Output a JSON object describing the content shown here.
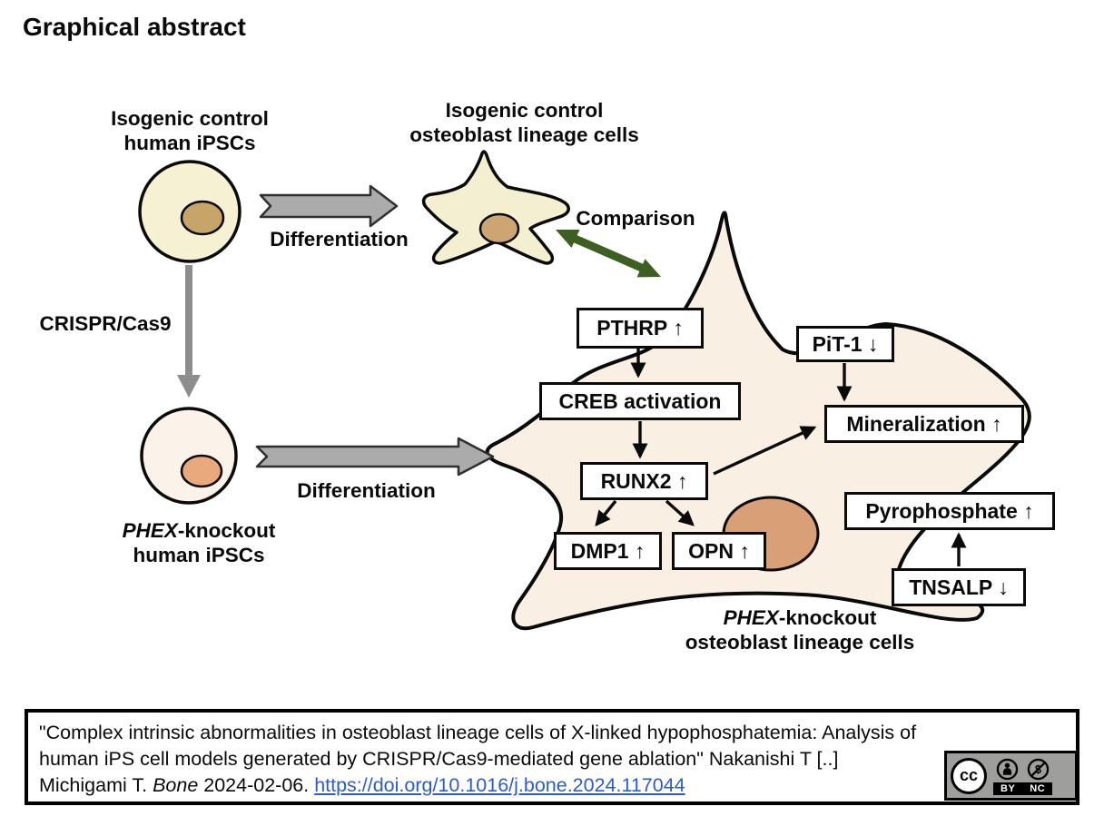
{
  "page": {
    "title": "Graphical abstract"
  },
  "colors": {
    "cream-cell": "#f6f1d2",
    "cream-star": "#f4efd0",
    "tan-nucleus": "#c7a468",
    "star-tan-nucleus": "#cda572",
    "peach-cell": "#fbf3ea",
    "peach-nucleus": "#e9a97c",
    "star-fill": "#f9efe3",
    "big-nucleus": "#d9a078",
    "arrow-gray": "#ababab",
    "arrow-gray-dark": "#8d8d8d",
    "arrow-green": "#3d6022",
    "link-blue": "#2a5bd7",
    "badge-gray": "#9e9e9d"
  },
  "diagram": {
    "control_ipsc_label_line1": "Isogenic control",
    "control_ipsc_label_line2": "human iPSCs",
    "control_osteoblast_label_line1": "Isogenic control",
    "control_osteoblast_label_line2": "osteoblast lineage cells",
    "crispr_label": "CRISPR/Cas9",
    "differentiation_top_label": "Differentiation",
    "differentiation_bottom_label": "Differentiation",
    "comparison_label": "Comparison",
    "ko_ipsc_label_italic": "PHEX",
    "ko_ipsc_label_rest": "-knockout",
    "ko_ipsc_label_line2": "human iPSCs",
    "ko_osteoblast_label_italic": "PHEX",
    "ko_osteoblast_label_rest": "-knockout",
    "ko_osteoblast_label_line2": "osteoblast lineage cells",
    "boxes": {
      "pthrp": "PTHRP ↑",
      "creb": "CREB activation",
      "runx2": "RUNX2 ↑",
      "dmp1": "DMP1 ↑",
      "opn": "OPN ↑",
      "pit1": "PiT-1 ↓",
      "mineralization": "Mineralization ↑",
      "pyrophosphate": "Pyrophosphate ↑",
      "tnsalp": "TNSALP ↓"
    }
  },
  "citation": {
    "line1": "\"Complex intrinsic abnormalities in osteoblast lineage cells of X-linked hypophosphatemia: Analysis of",
    "line2": "human iPS cell models generated by CRISPR/Cas9-mediated gene ablation\" Nakanishi T [..]",
    "line3_prefix": "Michigami T. ",
    "line3_journal": "Bone",
    "line3_middle": " 2024-02-06. ",
    "link_text": "https://doi.org/10.1016/j.bone.2024.117044",
    "link_href": "https://doi.org/10.1016/j.bone.2024.117044"
  },
  "license_badge": {
    "cc_label": "cc",
    "by_label": "BY",
    "nc_label": "NC"
  }
}
